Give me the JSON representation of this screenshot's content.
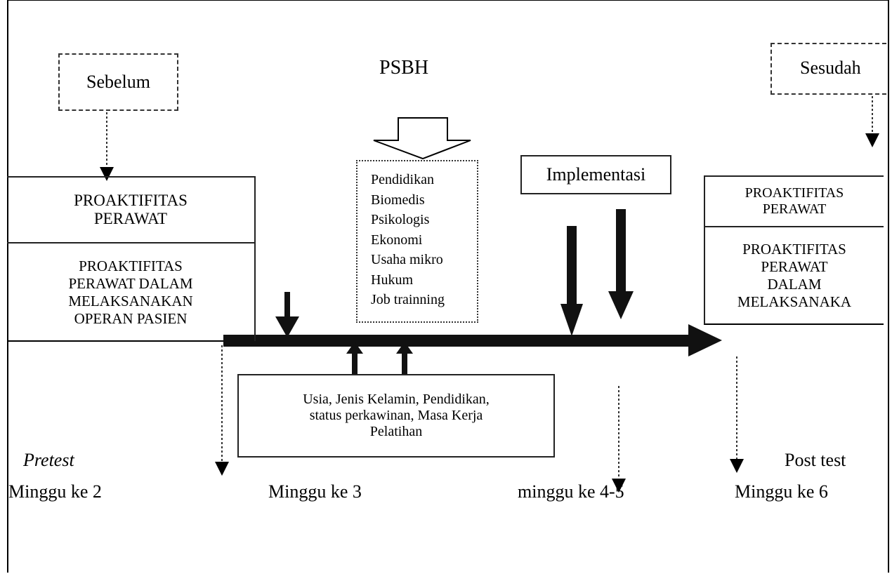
{
  "diagram": {
    "top_left_label": "Sebelum",
    "top_center_label": "PSBH",
    "top_right_label": "Sesudah",
    "left_box": {
      "title_lines": [
        "PROAKTIFITAS",
        "PERAWAT"
      ],
      "sub_lines": [
        "PROAKTIFITAS",
        "PERAWAT DALAM",
        "MELAKSANAKAN",
        "OPERAN PASIEN"
      ]
    },
    "psbh_items": [
      "Pendidikan",
      "Biomedis",
      "Psikologis",
      "Ekonomi",
      "Usaha mikro",
      "Hukum",
      "Job trainning"
    ],
    "implementasi_label": "Implementasi",
    "right_box": {
      "title_lines": [
        "PROAKTIFITAS",
        "PERAWAT"
      ],
      "sub_lines": [
        "PROAKTIFITAS",
        "PERAWAT",
        "DALAM",
        "MELAKSANAKA"
      ]
    },
    "confounders_lines": [
      "Usia, Jenis Kelamin, Pendidikan,",
      "status perkawinan, Masa Kerja",
      "Pelatihan"
    ],
    "pretest_label": "Pretest",
    "posttest_label": "Post test",
    "weeks": [
      "Minggu ke 2",
      "Minggu ke 3",
      "minggu ke 4-5",
      "Minggu ke 6"
    ]
  }
}
